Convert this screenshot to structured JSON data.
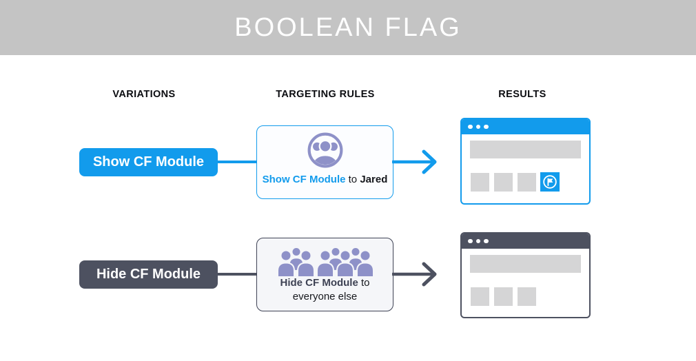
{
  "header": {
    "title": "BOOLEAN FLAG"
  },
  "columns": {
    "variations": "VARIATIONS",
    "targeting": "TARGETING RULES",
    "results": "RESULTS"
  },
  "rows": [
    {
      "variation_label": "Show CF Module",
      "rule_flag": "Show CF Module",
      "rule_connector": "to",
      "rule_audience": "Jared",
      "rule_icon": "user-circle-icon",
      "result": {
        "placeholder_squares": 3,
        "cf_module_visible": true,
        "cf_module_icon": "flag-circle-icon"
      }
    },
    {
      "variation_label": "Hide CF Module",
      "rule_flag": "Hide CF Module",
      "rule_connector": "to",
      "rule_audience": "everyone else",
      "rule_icon": "crowd-icon",
      "result": {
        "placeholder_squares": 3,
        "cf_module_visible": false
      }
    }
  ],
  "icons": {
    "window_controls": "window-dots-icon",
    "arrow": "arrow-right-icon"
  },
  "colors": {
    "blue": "#129BEC",
    "slate": "#4D5160",
    "slate-dark": "#3E4254",
    "purple": "#8E91C8",
    "header-gray": "#C4C4C4",
    "placeholder-gray": "#D5D5D6",
    "box1-bg": "#FCFDFF",
    "box2-bg": "#F5F6F9",
    "text-dark": "#16181D"
  }
}
